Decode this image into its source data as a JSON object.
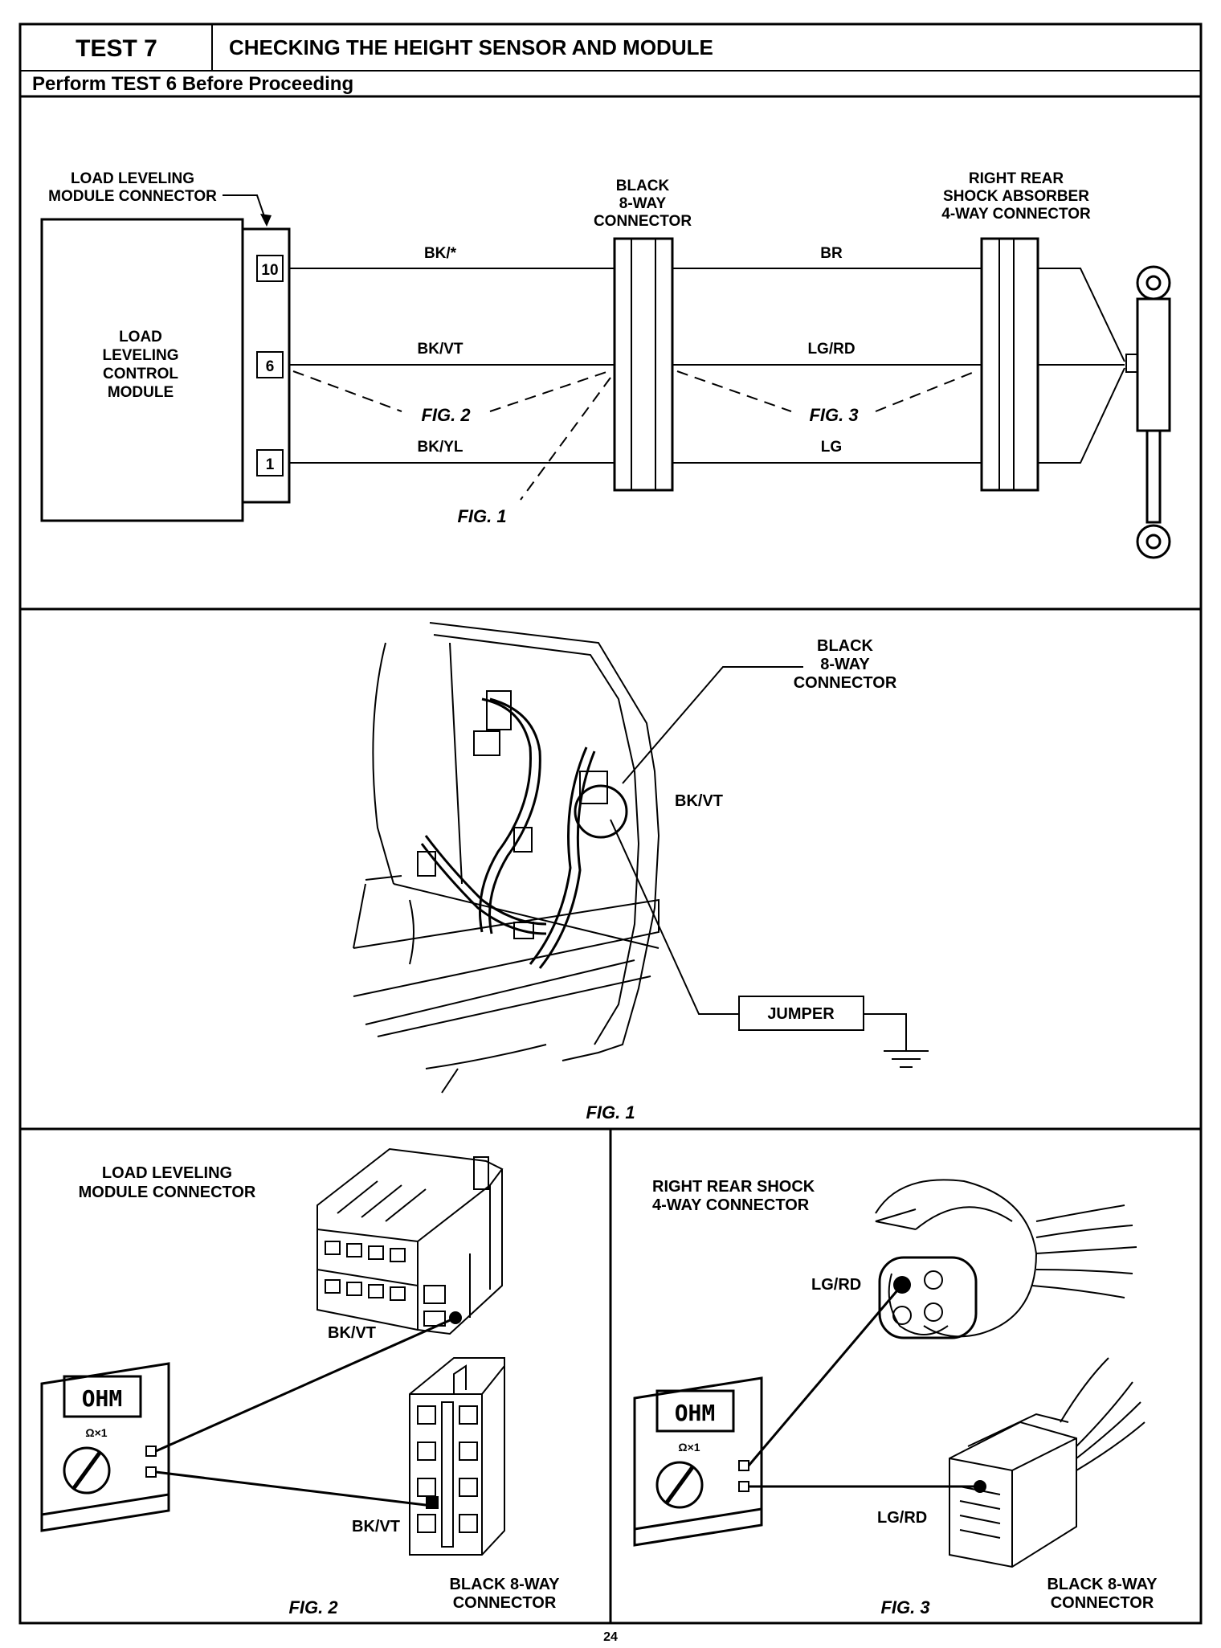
{
  "header": {
    "test_label": "TEST 7",
    "title": "CHECKING THE HEIGHT SENSOR AND MODULE",
    "subtitle": "Perform TEST 6 Before Proceeding"
  },
  "schematic": {
    "module_connector_label": [
      "LOAD LEVELING",
      "MODULE CONNECTOR"
    ],
    "module_label": [
      "LOAD",
      "LEVELING",
      "CONTROL",
      "MODULE"
    ],
    "pins": [
      "10",
      "6",
      "1"
    ],
    "black_connector_label": [
      "BLACK",
      "8-WAY",
      "CONNECTOR"
    ],
    "shock_connector_label": [
      "RIGHT REAR",
      "SHOCK ABSORBER",
      "4-WAY CONNECTOR"
    ],
    "wires_left": [
      "BK/*",
      "BK/VT",
      "BK/YL"
    ],
    "wires_right": [
      "BR",
      "LG/RD",
      "LG"
    ],
    "fig_refs": [
      "FIG. 2",
      "FIG. 3",
      "FIG. 1"
    ]
  },
  "fig1": {
    "connector_label": [
      "BLACK",
      "8-WAY",
      "CONNECTOR"
    ],
    "wire_label": "BK/VT",
    "jumper_label": "JUMPER",
    "caption": "FIG. 1"
  },
  "fig2": {
    "connector_label": [
      "LOAD LEVELING",
      "MODULE CONNECTOR"
    ],
    "wire_label_top": "BK/VT",
    "wire_label_bottom": "BK/VT",
    "meter_display": "OHM",
    "meter_range": "Ω×1",
    "black_connector_label": [
      "BLACK 8-WAY",
      "CONNECTOR"
    ],
    "caption": "FIG. 2"
  },
  "fig3": {
    "connector_label": [
      "RIGHT REAR SHOCK",
      "4-WAY CONNECTOR"
    ],
    "wire_label_top": "LG/RD",
    "wire_label_bottom": "LG/RD",
    "meter_display": "OHM",
    "meter_range": "Ω×1",
    "black_connector_label": [
      "BLACK 8-WAY",
      "CONNECTOR"
    ],
    "caption": "FIG. 3"
  },
  "page_number": "24"
}
